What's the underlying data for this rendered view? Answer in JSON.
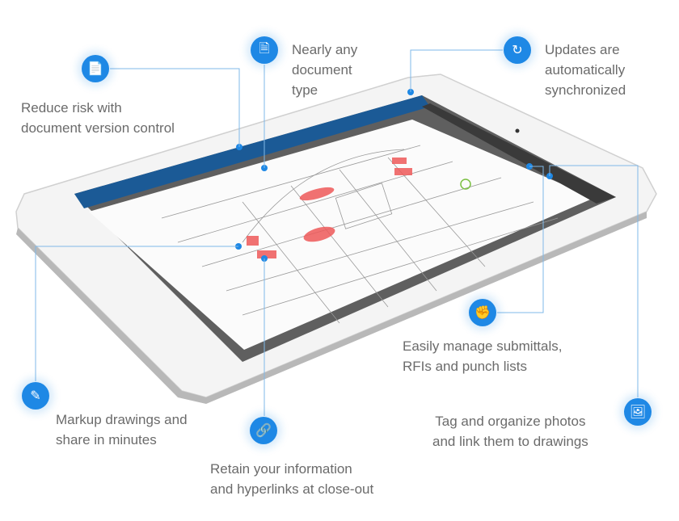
{
  "colors": {
    "accent": "#1e88e5",
    "app_bar": "#1b5a96",
    "markup": "#ef5a5a",
    "caption_text": "#6b6b6b"
  },
  "callouts": [
    {
      "id": "version-control",
      "icon": "document-icon",
      "text": "Reduce risk with\ndocument version control"
    },
    {
      "id": "document-type",
      "icon": "file-icon",
      "text": "Nearly any\ndocument\ntype"
    },
    {
      "id": "sync",
      "icon": "sync-icon",
      "text": "Updates are\nautomatically\nsynchronized"
    },
    {
      "id": "submittals",
      "icon": "fist-icon",
      "text": "Easily manage submittals,\nRFIs and punch lists"
    },
    {
      "id": "markup",
      "icon": "pencil-icon",
      "text": "Markup drawings and\nshare in minutes"
    },
    {
      "id": "hyperlinks",
      "icon": "link-icon",
      "text": "Retain your information\nand hyperlinks at close-out"
    },
    {
      "id": "photos",
      "icon": "image-icon",
      "text": "Tag and organize photos\nand link them to drawings"
    }
  ]
}
